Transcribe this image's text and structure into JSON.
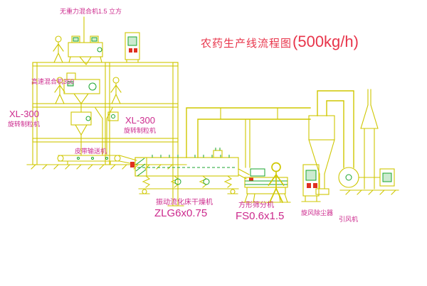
{
  "title": {
    "cn": "农药生产线流程图",
    "capacity": "(500kg/h)"
  },
  "labels": {
    "mixer_top": "无重力混合机1.5 立方",
    "high_speed_mixer": "高速混合机350",
    "granulator_left_model": "XL-300",
    "granulator_left_name": "旋转制粒机",
    "granulator_mid_model": "XL-300",
    "granulator_mid_name": "旋转制粒机",
    "belt_conveyor": "皮带输送机",
    "dryer_name": "振动流化床干燥机",
    "dryer_model": "ZLG6x0.75",
    "sifter_name": "方形筛分机",
    "sifter_model": "FS0.6x1.5",
    "cyclone": "旋风除尘器",
    "fan": "引风机"
  },
  "colors": {
    "line": "#cfc700",
    "accent": "#18a52c",
    "label": "#cc2a8d",
    "title": "#e8354b",
    "redmark": "#e03020"
  }
}
